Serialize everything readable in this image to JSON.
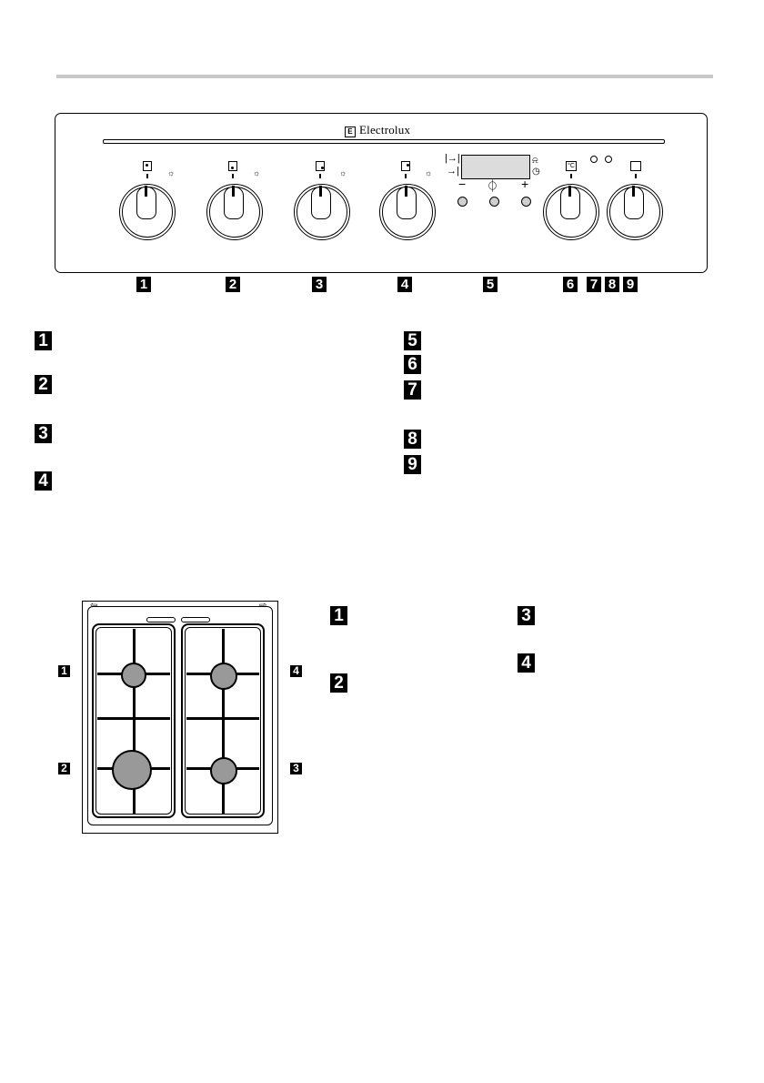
{
  "brand": {
    "name": "Electrolux",
    "logo_glyph": "E"
  },
  "panel": {
    "controls": [
      {
        "id": 1,
        "label": "1",
        "zone_icon": "rear-left-zone-icon"
      },
      {
        "id": 2,
        "label": "2",
        "zone_icon": "front-left-zone-icon"
      },
      {
        "id": 3,
        "label": "3",
        "zone_icon": "front-right-zone-icon"
      },
      {
        "id": 4,
        "label": "4",
        "zone_icon": "rear-right-zone-icon"
      },
      {
        "id": 5,
        "label": "5"
      },
      {
        "id": 6,
        "label": "6",
        "icon_text": "°C"
      },
      {
        "id": 7,
        "label": "7"
      },
      {
        "id": 8,
        "label": "8"
      },
      {
        "id": 9,
        "label": "9"
      }
    ],
    "timer": {
      "duration_symbol": "|→|",
      "end_symbol": "→|",
      "minus": "−",
      "plus": "+",
      "clock_symbol": "⏲",
      "bell_symbol": "🔔"
    },
    "flame_symbol": "☼"
  },
  "legend_panel": {
    "left": [
      "1",
      "2",
      "3",
      "4"
    ],
    "right": [
      "5",
      "6",
      "7",
      "8",
      "9"
    ]
  },
  "hob": {
    "burners": [
      {
        "label": "1",
        "position": "rear-left",
        "size": "auxiliary"
      },
      {
        "label": "2",
        "position": "front-left",
        "size": "rapid"
      },
      {
        "label": "3",
        "position": "front-right",
        "size": "semi-rapid"
      },
      {
        "label": "4",
        "position": "rear-right",
        "size": "semi-rapid"
      }
    ],
    "arrow_left": "⇦",
    "arrow_right": "⇨"
  },
  "legend_hob": {
    "col1": [
      "1",
      "2"
    ],
    "col2": [
      "3",
      "4"
    ]
  },
  "colors": {
    "rule": "#c8c8c8",
    "burner": "#999999",
    "display": "#dcdcdc"
  }
}
